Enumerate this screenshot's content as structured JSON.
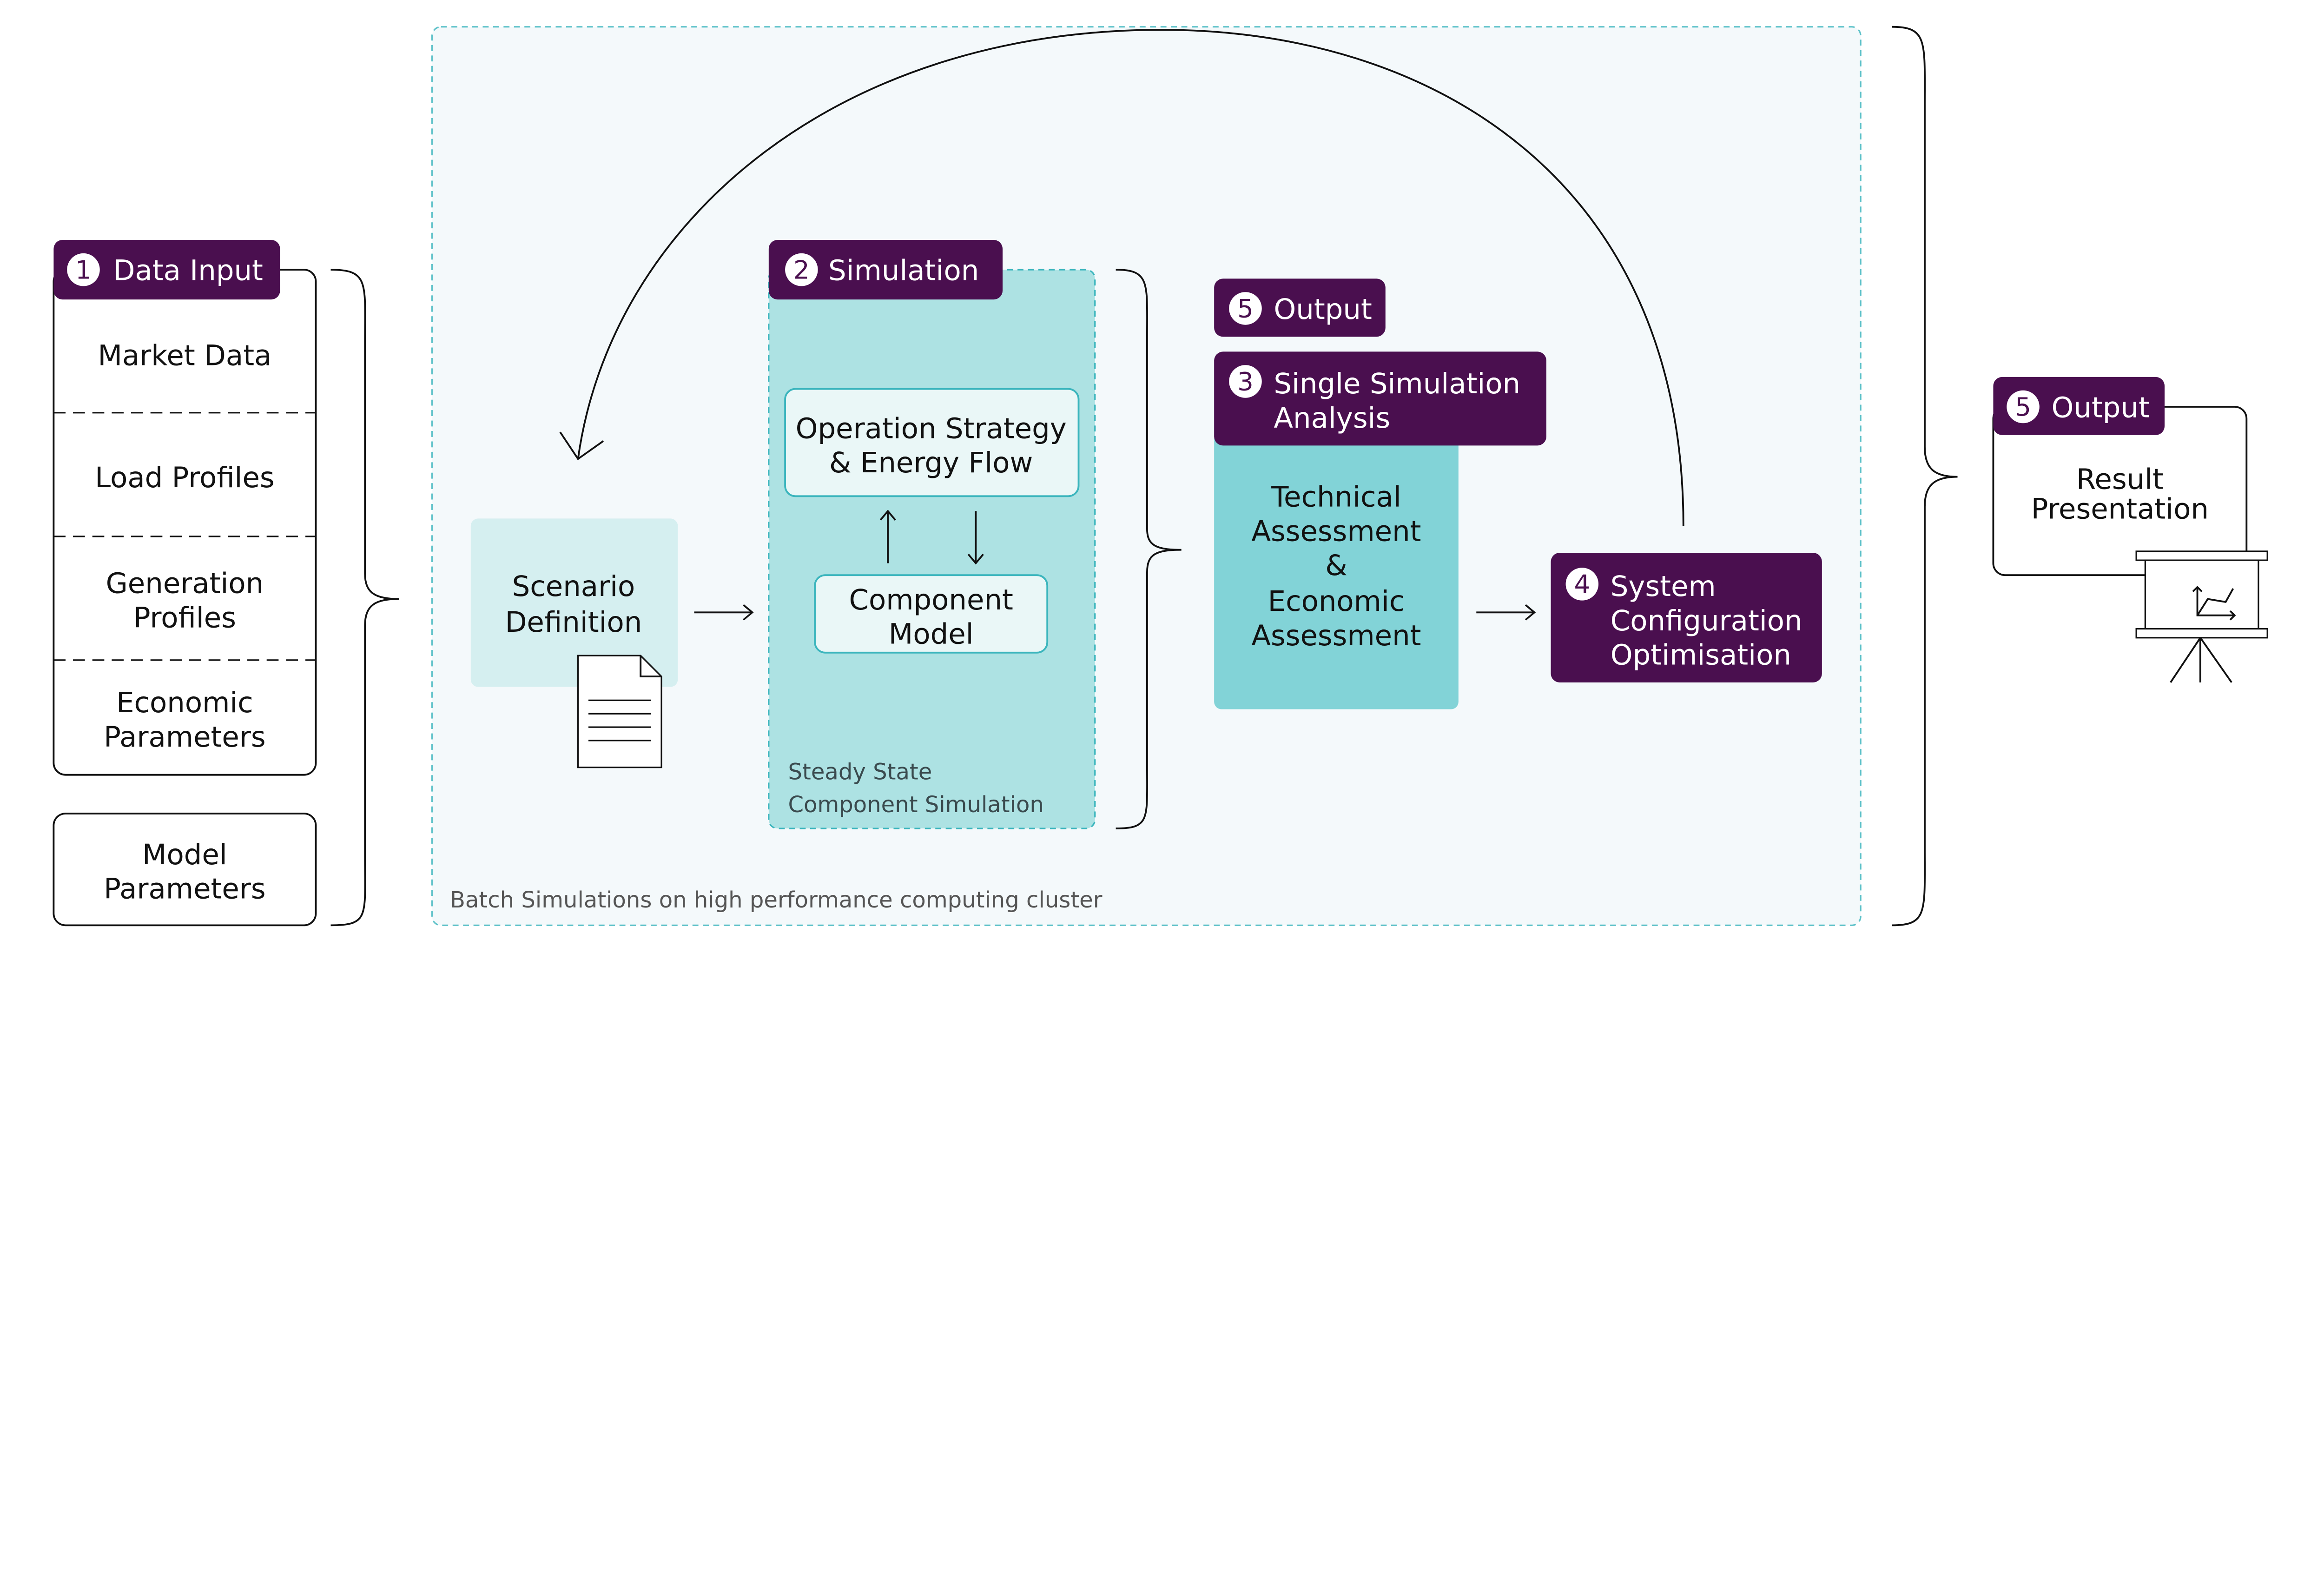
{
  "colors": {
    "purple": "#4a0f4f",
    "teal_dark": "#3bb5bd",
    "teal_mid": "#82d3d7",
    "teal_light": "#ade2e3",
    "teal_pale": "#d5eff0",
    "batch_bg": "#f4f9fb"
  },
  "batch": {
    "label": "Batch Simulations on high performance computing cluster"
  },
  "data_input": {
    "number": "1",
    "title": "Data Input",
    "items": [
      [
        "Market Data"
      ],
      [
        "Load Profiles"
      ],
      [
        "Generation",
        "Profiles"
      ],
      [
        "Economic",
        "Parameters"
      ]
    ],
    "model_parameters": [
      "Model",
      "Parameters"
    ]
  },
  "scenario": {
    "lines": [
      "Scenario",
      "Definition"
    ],
    "icon": "document-icon"
  },
  "simulation": {
    "number": "2",
    "title": "Simulation",
    "operation": [
      "Operation Strategy",
      "& Energy Flow"
    ],
    "component": [
      "Component",
      "Model"
    ],
    "footer": [
      "Steady State",
      "Component Simulation"
    ]
  },
  "output_mid": {
    "number": "5",
    "title": "Output"
  },
  "analysis": {
    "number": "3",
    "title": [
      "Single Simulation",
      "Analysis"
    ],
    "body": [
      "Technical",
      "Assessment",
      "&",
      "Economic",
      "Assessment"
    ]
  },
  "optimisation": {
    "number": "4",
    "title": [
      "System",
      "Configuration",
      "Optimisation"
    ]
  },
  "output_right": {
    "number": "5",
    "title": "Output",
    "body": [
      "Result",
      "Presentation"
    ],
    "icon": "presentation-easel-icon"
  }
}
